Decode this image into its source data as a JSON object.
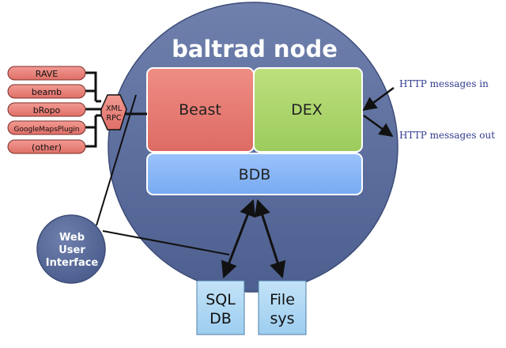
{
  "node": {
    "title": "baltrad node"
  },
  "modules": {
    "beast": "Beast",
    "dex": "DEX",
    "bdb": "BDB"
  },
  "plugins": [
    "RAVE",
    "beamb",
    "bRopo",
    "GoogleMapsPlugin",
    "(other)"
  ],
  "xmlrpc": {
    "line1": "XML",
    "line2": "RPC"
  },
  "web_ui": {
    "line1": "Web",
    "line2": "User",
    "line3": "Interface"
  },
  "http": {
    "in": "HTTP messages in",
    "out": "HTTP messages out"
  },
  "storage": {
    "sql": {
      "line1": "SQL",
      "line2": "DB"
    },
    "files": {
      "line1": "File",
      "line2": "sys"
    }
  },
  "colors": {
    "node_circle": "#5b6e9c",
    "beast": "#e57a72",
    "dex": "#a9d36a",
    "bdb": "#86b5f5",
    "plugin": "#e57a72",
    "storage": "#acd6f2",
    "http_text": "#2f3a8f"
  }
}
